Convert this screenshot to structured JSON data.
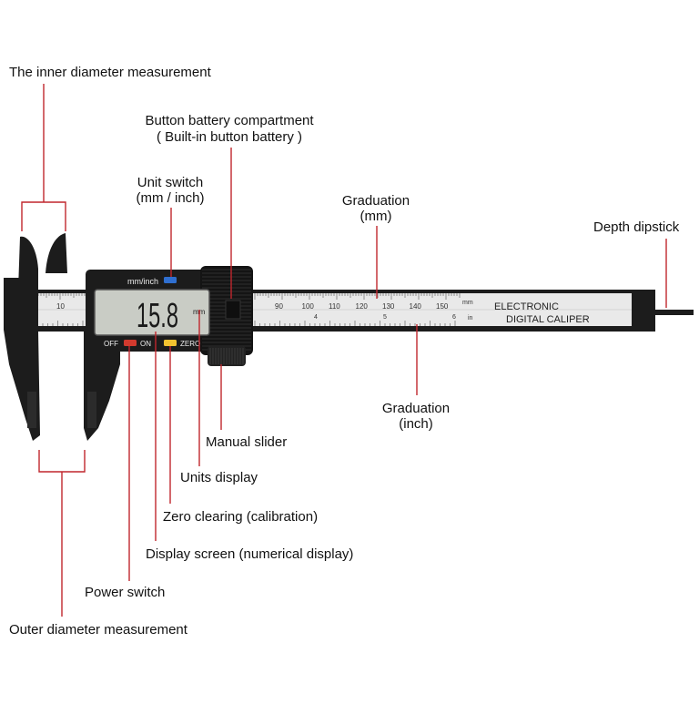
{
  "callouts": {
    "inner_diameter": "The inner diameter measurement",
    "battery_line1": "Button battery compartment",
    "battery_line2": "( Built-in button battery )",
    "unit_switch_line1": "Unit switch",
    "unit_switch_line2": "(mm / inch)",
    "graduation_mm_line1": "Graduation",
    "graduation_mm_line2": "(mm)",
    "depth_dipstick": "Depth dipstick",
    "graduation_inch_line1": "Graduation",
    "graduation_inch_line2": "(inch)",
    "manual_slider": "Manual slider",
    "units_display": "Units display",
    "zero_clearing": "Zero clearing (calibration)",
    "display_screen": "Display screen (numerical display)",
    "power_switch": "Power switch",
    "outer_diameter": "Outer diameter measurement"
  },
  "caliper": {
    "unit_button": "mm/inch",
    "display_value": "15.8",
    "display_unit": "mm",
    "off_label": "OFF",
    "on_label": "ON",
    "zero_label": "ZERO",
    "brand_line1": "ELECTRONIC",
    "brand_line2": "DIGITAL CALIPER",
    "mm_marker": "mm",
    "in_marker": "in",
    "mm_scale_left": [
      "10"
    ],
    "mm_scale_right": [
      "90",
      "100",
      "110",
      "120",
      "130",
      "140",
      "150"
    ],
    "inch_major": [
      "4",
      "5",
      "6"
    ]
  },
  "colors": {
    "leader": "#c0272d",
    "body": "#1c1c1c",
    "beam": "#e9e9e9",
    "lcd": "#c9ccc5",
    "off_button": "#d23a2e",
    "zero_button": "#f2c230",
    "unit_button": "#2f6fd0"
  }
}
